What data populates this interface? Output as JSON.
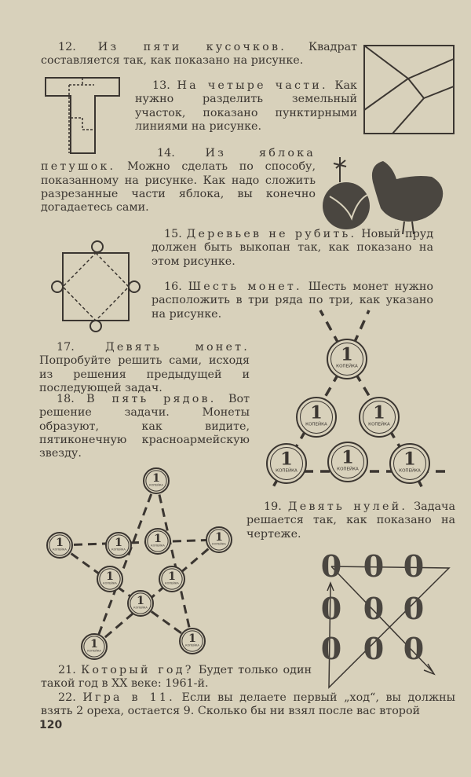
{
  "page_number": "120",
  "answers": [
    {
      "num": "12.",
      "title": "Из пяти кусочков.",
      "body": "Квадрат составляется так, как показано на рисунке."
    },
    {
      "num": "13.",
      "title": "На четыре части.",
      "body": "Как нужно разделить земельный участок, показано пунктирными линиями на рисунке."
    },
    {
      "num": "14.",
      "title": "Из яблока петушок.",
      "body": "Можно сделать по способу, показанному на рисунке. Как надо сложить разрезанные части яблока, вы конечно догадаетесь сами."
    },
    {
      "num": "15.",
      "title": "Деревьев не рубить.",
      "body": "Новый пруд должен быть выкопан так, как показано на этом рисунке."
    },
    {
      "num": "16.",
      "title": "Шесть монет.",
      "body": "Шесть монет нужно расположить в три ряда по три, как указано на рисунке."
    },
    {
      "num": "17.",
      "title": "Девять монет.",
      "body": "Попробуйте решить сами, исходя из решения предыдущей и последующей задач."
    },
    {
      "num": "18.",
      "title": "В пять рядов.",
      "body": "Вот решение задачи. Монеты образуют, как видите, пятиконечную красноармейскую звезду."
    },
    {
      "num": "19.",
      "title": "Девять нулей.",
      "body": "Задача решается так, как показано на чертеже."
    },
    {
      "num": "21.",
      "title": "Который год?",
      "body": "Будет только один такой год в XX веке: 1961-й."
    },
    {
      "num": "22.",
      "title": "Игра в 11.",
      "body": "Если вы делаете первый „ход“, вы должны взять 2 ореха, остается 9. Сколько бы ни взял после вас второй"
    }
  ],
  "coin": {
    "value": "1",
    "label": "КОПЕЙКА"
  },
  "zero_glyph": "0",
  "colors": {
    "paper": "#d8d1bb",
    "ink": "#3b3631",
    "fill": "#4a4640"
  }
}
